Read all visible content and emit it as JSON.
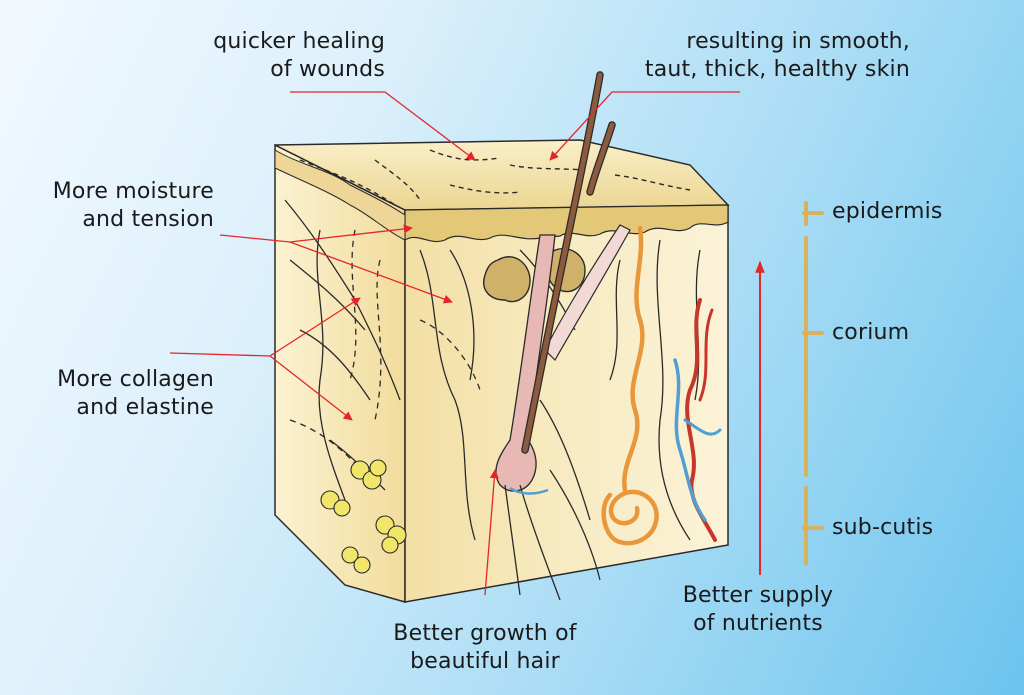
{
  "labels": {
    "healing": [
      "quicker healing",
      "of wounds"
    ],
    "smooth": [
      "resulting in smooth,",
      "taut, thick, healthy skin"
    ],
    "moisture": [
      "More moisture",
      "and tension"
    ],
    "collagen": [
      "More collagen",
      "and elastine"
    ],
    "hair": [
      "Better growth of",
      "beautiful hair"
    ],
    "nutrients": [
      "Better supply",
      "of nutrients"
    ]
  },
  "layers": {
    "epidermis": "epidermis",
    "corium": "corium",
    "subcutis": "sub-cutis"
  },
  "colors": {
    "background_light": "#f2f9fe",
    "background_dark": "#6cc4ee",
    "skin_front": "#f5e4b0",
    "skin_side": "#fbf2d4",
    "skin_top": "#f3e2a8",
    "layer_marker": "#d7b25a",
    "arrow_red": "#e3262b",
    "artery": "#c8362b",
    "vein": "#4f9fd3",
    "nerve": "#e8973a",
    "hair_shaft": "#8c5a3c",
    "follicle": "#e7b8b4",
    "fat_cells": "#f1e66a"
  }
}
